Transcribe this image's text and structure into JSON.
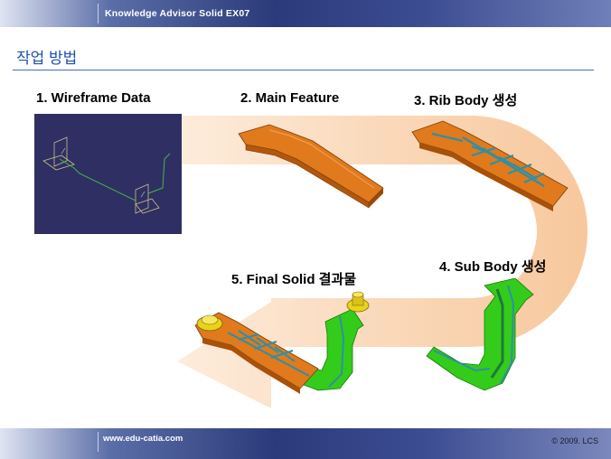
{
  "header": {
    "title": "Knowledge Advisor Solid EX07"
  },
  "section": {
    "title": "작업 방법"
  },
  "steps": [
    {
      "label": "1. Wireframe Data"
    },
    {
      "label": "2. Main Feature"
    },
    {
      "label": "3. Rib Body 생성"
    },
    {
      "label": "4. Sub Body 생성"
    },
    {
      "label": "5. Final Solid 결과물"
    }
  ],
  "footer": {
    "url": "www.edu-catia.com",
    "copyright": "© 2009. LCS"
  },
  "colors": {
    "accent_blue": "#1e4fb3",
    "part_orange": "#e07a1c",
    "sub_body_green": "#33cc1a",
    "rib_teal": "#2e8fa8",
    "flow_arrow": "#f6c9a0"
  }
}
